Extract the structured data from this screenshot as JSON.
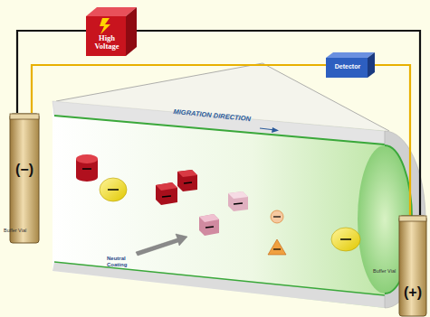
{
  "diagram": {
    "nodes": [
      {
        "text": [
          "High Voltage"
        ]
      },
      {
        "text": [
          "Detector"
        ]
      },
      {
        "text": [
          "Buffer Vial",
          "(−)"
        ]
      },
      {
        "text": [
          "Buffer Vial",
          "(+)"
        ]
      }
    ],
    "edges": [
      {
        "from": 2,
        "to": 0,
        "arrow": "none"
      },
      {
        "from": 0,
        "to": 3,
        "arrow": "none"
      },
      {
        "from": 2,
        "to": 1,
        "arrow": "none"
      },
      {
        "from": 1,
        "to": 3,
        "arrow": "none"
      }
    ],
    "labels": [
      "MIGRATION DIRECTION",
      "Neutral Coating"
    ]
  }
}
